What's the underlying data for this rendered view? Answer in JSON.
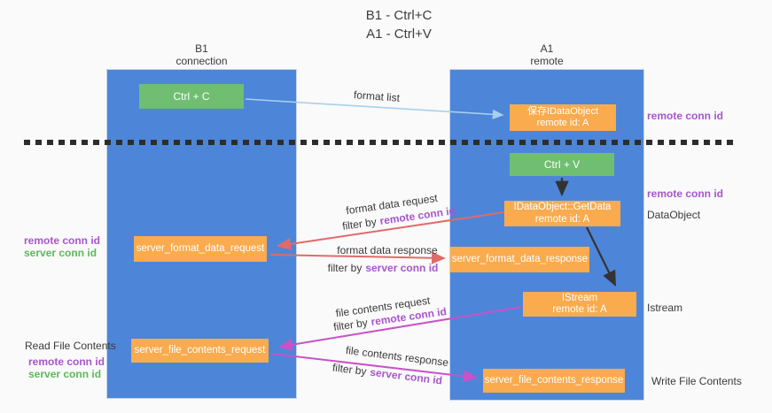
{
  "title": {
    "line1": "B1 - Ctrl+C",
    "line2": "A1 - Ctrl+V"
  },
  "columns": {
    "b1": {
      "name": "B1",
      "subtitle": "connection"
    },
    "a1": {
      "name": "A1",
      "subtitle": "remote"
    }
  },
  "nodes": {
    "ctrl_c": "Ctrl + C",
    "ctrl_v": "Ctrl + V",
    "save_idataobject": {
      "line1": "保存IDataObject",
      "line2": "remote id: A"
    },
    "idataobject_getdata": {
      "line1": "IDataObject::GetData",
      "line2": "remote id: A"
    },
    "istream": {
      "line1": "IStream",
      "line2": "remote id: A"
    },
    "server_format_data_request": "server_format_data_request",
    "server_format_data_response": "server_format_data_response",
    "server_file_contents_request": "server_file_contents_request",
    "server_file_contents_response": "server_file_contents_response"
  },
  "side_labels": {
    "right_remote_conn_id_top": "remote conn id",
    "right_remote_conn_id_mid": "remote conn id",
    "right_dataobject": "DataObject",
    "right_istream": "Istream",
    "right_write_file_contents": "Write File Contents",
    "left_remote_conn_id_mid": "remote conn id",
    "left_server_conn_id_mid": "server conn id",
    "left_read_file_contents": "Read File Contents",
    "left_remote_conn_id_bottom": "remote conn id",
    "left_server_conn_id_bottom": "server conn id"
  },
  "arrow_labels": {
    "format_list": "format list",
    "format_data_request": "format data request",
    "format_data_response": "format data response",
    "file_contents_request": "file contents request",
    "file_contents_response": "file contents response",
    "filter_by": "filter by",
    "remote_conn_id": "remote conn id",
    "server_conn_id": "server conn id"
  },
  "colors": {
    "column_fill": "#4d86d8",
    "node_green": "#6fbe71",
    "node_orange": "#f9ab4d",
    "arrow_blue": "#a5d1ee",
    "arrow_black": "#333333",
    "arrow_red": "#e16a6a",
    "arrow_magenta": "#c952c9",
    "label_purple": "#a855cc",
    "label_green": "#5cb85c"
  }
}
